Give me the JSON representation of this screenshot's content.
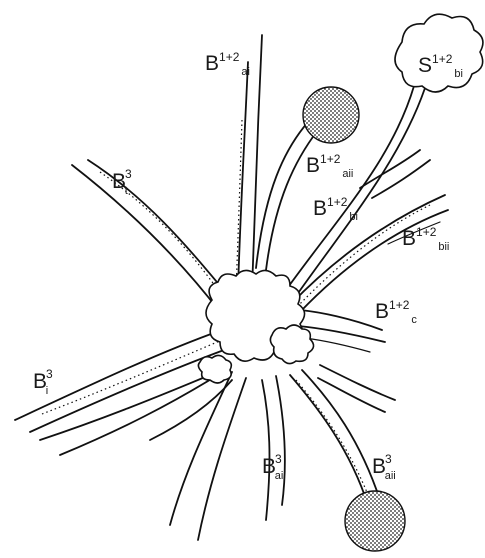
{
  "labels": {
    "b12ai": {
      "base": "B",
      "sup": "1+2",
      "sub": "ai"
    },
    "s12bi": {
      "base": "S",
      "sup": "1+2",
      "sub": "bi"
    },
    "b12aii": {
      "base": "B",
      "sup": "1+2",
      "sub": "aii"
    },
    "b3t": {
      "base": "B",
      "sup": "3",
      "sub": "t"
    },
    "b12bi": {
      "base": "B",
      "sup": "1+2",
      "sub": "bi"
    },
    "b12bii": {
      "base": "B",
      "sup": "1+2",
      "sub": "bii"
    },
    "b12c": {
      "base": "B",
      "sup": "1+2",
      "sub": "c"
    },
    "b3i": {
      "base": "B",
      "sup": "3",
      "sub": "i"
    },
    "b3ai": {
      "base": "B",
      "sup": "3",
      "sub": "ai"
    },
    "b3aii": {
      "base": "B",
      "sup": "3",
      "sub": "aii"
    }
  },
  "colors": {
    "ink": "#111111",
    "stipple": "#222222",
    "background": "#ffffff"
  }
}
